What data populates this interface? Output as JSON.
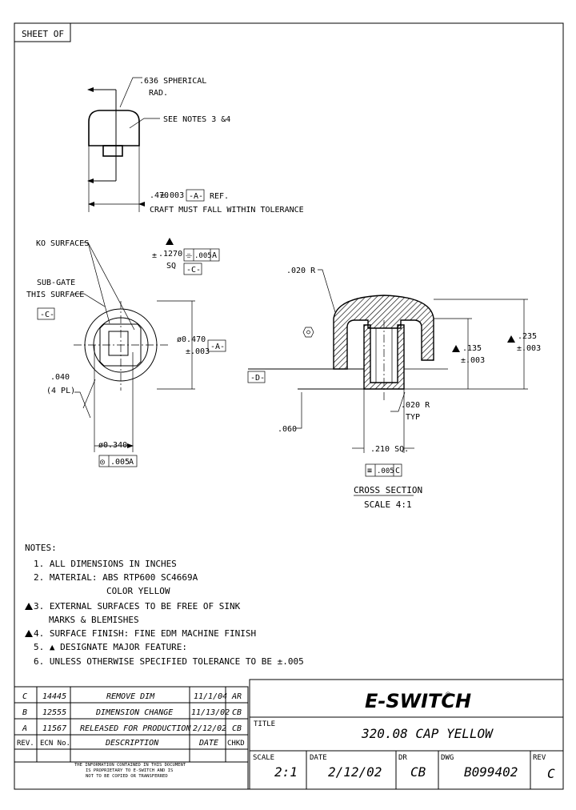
{
  "sheet": {
    "label": "SHEET OF"
  },
  "top_view": {
    "radius_label_1": ".636 SPHERICAL",
    "radius_label_2": "RAD.",
    "see_notes": "SEE NOTES 3 &4",
    "dim_value": ".470",
    "dim_tol": "±.003",
    "datum": "-A-",
    "ref": "REF.",
    "craft_note": "CRAFT MUST FALL WITHIN TOLERANCE"
  },
  "plan_view": {
    "ko_surfaces": "KO SURFACES",
    "sub_gate_1": "SUB-GATE",
    "sub_gate_2": "THIS SURFACE",
    "datum_c": "-C-",
    "sq_dim": ".1270",
    "sq_tol_sign": "±",
    "sq": "SQ",
    "fcf_symbol": "⌯",
    "fcf_value": ".005",
    "fcf_datum": "A",
    "datum_c_box": "-C-",
    "dia_470": "ø0.470",
    "dia_470_tol": "±.003",
    "datum_a": "-A-",
    "chamfer_1": ".040",
    "chamfer_2": "(4 PL)",
    "dia_340": "ø0.340",
    "pos_symbol": "◎",
    "pos_value": ".005",
    "pos_datum": "A"
  },
  "cross_section": {
    "r020_top": ".020 R",
    "datum_d": "-D-",
    "dim_135": ".135",
    "dim_135_tol": "±.003",
    "dim_235": ".235",
    "dim_235_tol": "±.003",
    "r020_bottom": ".020 R",
    "typ": "TYP",
    "dim_060": ".060",
    "dim_210": ".210 SQ.",
    "fcf_symbol": "≡",
    "fcf_value": ".005",
    "fcf_datum": "C",
    "title": "CROSS SECTION",
    "scale": "SCALE 4:1"
  },
  "notes": {
    "header": "NOTES:",
    "items": [
      "1. ALL DIMENSIONS IN INCHES",
      "2. MATERIAL: ABS RTP600 SC4669A",
      "COLOR YELLOW",
      "3. EXTERNAL SURFACES TO BE FREE OF SINK",
      "MARKS & BLEMISHES",
      "4. SURFACE FINISH: FINE EDM MACHINE FINISH",
      "5. ▲ DESIGNATE MAJOR FEATURE:",
      "6. UNLESS OTHERWISE SPECIFIED TOLERANCE TO BE ±.005"
    ]
  },
  "revisions": {
    "rows": [
      {
        "rev": "C",
        "ecn": "14445",
        "desc": "REMOVE DIM",
        "date": "11/1/04",
        "chkd": "AR"
      },
      {
        "rev": "B",
        "ecn": "12555",
        "desc": "DIMENSION CHANGE",
        "date": "11/13/02",
        "chkd": "CB"
      },
      {
        "rev": "A",
        "ecn": "11567",
        "desc": "RELEASED FOR PRODUCTION",
        "date": "2/12/02",
        "chkd": "CB"
      }
    ],
    "headers": {
      "rev": "REV.",
      "ecn": "ECN No.",
      "desc": "DESCRIPTION",
      "date": "DATE",
      "chkd": "CHKD"
    },
    "proprietary_1": "THE INFORMATION CONTAINED IN THIS DOCUMENT",
    "proprietary_2": "IS PROPRIETARY TO E-SWITCH AND IS",
    "proprietary_3": "NOT TO BE COPIED OR TRANSFERRED"
  },
  "title_block": {
    "logo": "E-SWITCH",
    "logo_mark": "®",
    "title_label": "TITLE",
    "title_value": "320.08 CAP YELLOW",
    "scale_label": "SCALE",
    "scale_value": "2:1",
    "date_label": "DATE",
    "date_value": "2/12/02",
    "dr_label": "DR",
    "dr_value": "CB",
    "dwg_label": "DWG",
    "dwg_value": "B099402",
    "rev_label": "REV",
    "rev_value": "C"
  }
}
